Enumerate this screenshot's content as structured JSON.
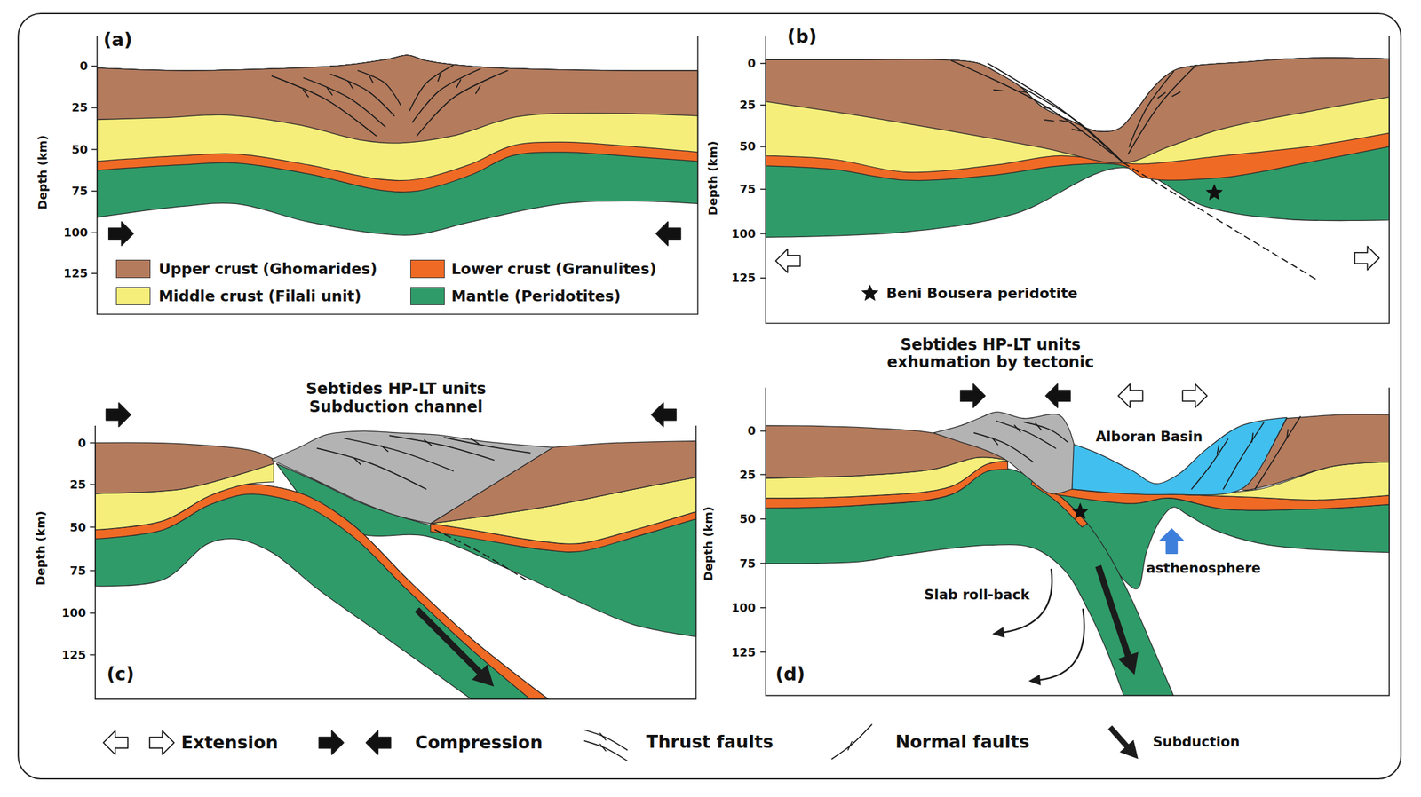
{
  "diagram": {
    "labels": [
      "(a)",
      "0",
      "25",
      "50",
      "75",
      "100",
      "125",
      "Depth (km)",
      "(b)",
      "0",
      "25",
      "50",
      "75",
      "100",
      "125",
      "Depth (km)",
      "Sebtides HP-LT units Subduction channel",
      "0",
      "25",
      "50",
      "75",
      "100",
      "125",
      "Depth (km)",
      "(c)",
      "Sebtides HP-LT units exhumation by tectonic",
      "0",
      "25",
      "50",
      "75",
      "100",
      "125",
      "Depth (km)",
      "Alboran Basin",
      "asthenosphere",
      "Slab roll-back",
      "(d)"
    ],
    "legend": [
      {
        "text": "Upper crust (Ghomarides)",
        "color": "#b47b5d"
      },
      {
        "text": "Middle crust (Filali unit)",
        "color": "#f6ee7a"
      },
      {
        "text": "Lower crust (Granulites)",
        "color": "#ef6a25"
      },
      {
        "text": "Mantle (Peridotites)",
        "color": "#2f9b69"
      },
      {
        "text": "Beni Bousera peridotite"
      },
      {
        "text": "Extension"
      },
      {
        "text": "Compression"
      },
      {
        "text": "Thrust faults"
      },
      {
        "text": "Normal faults"
      },
      {
        "text": "Subduction"
      }
    ]
  }
}
